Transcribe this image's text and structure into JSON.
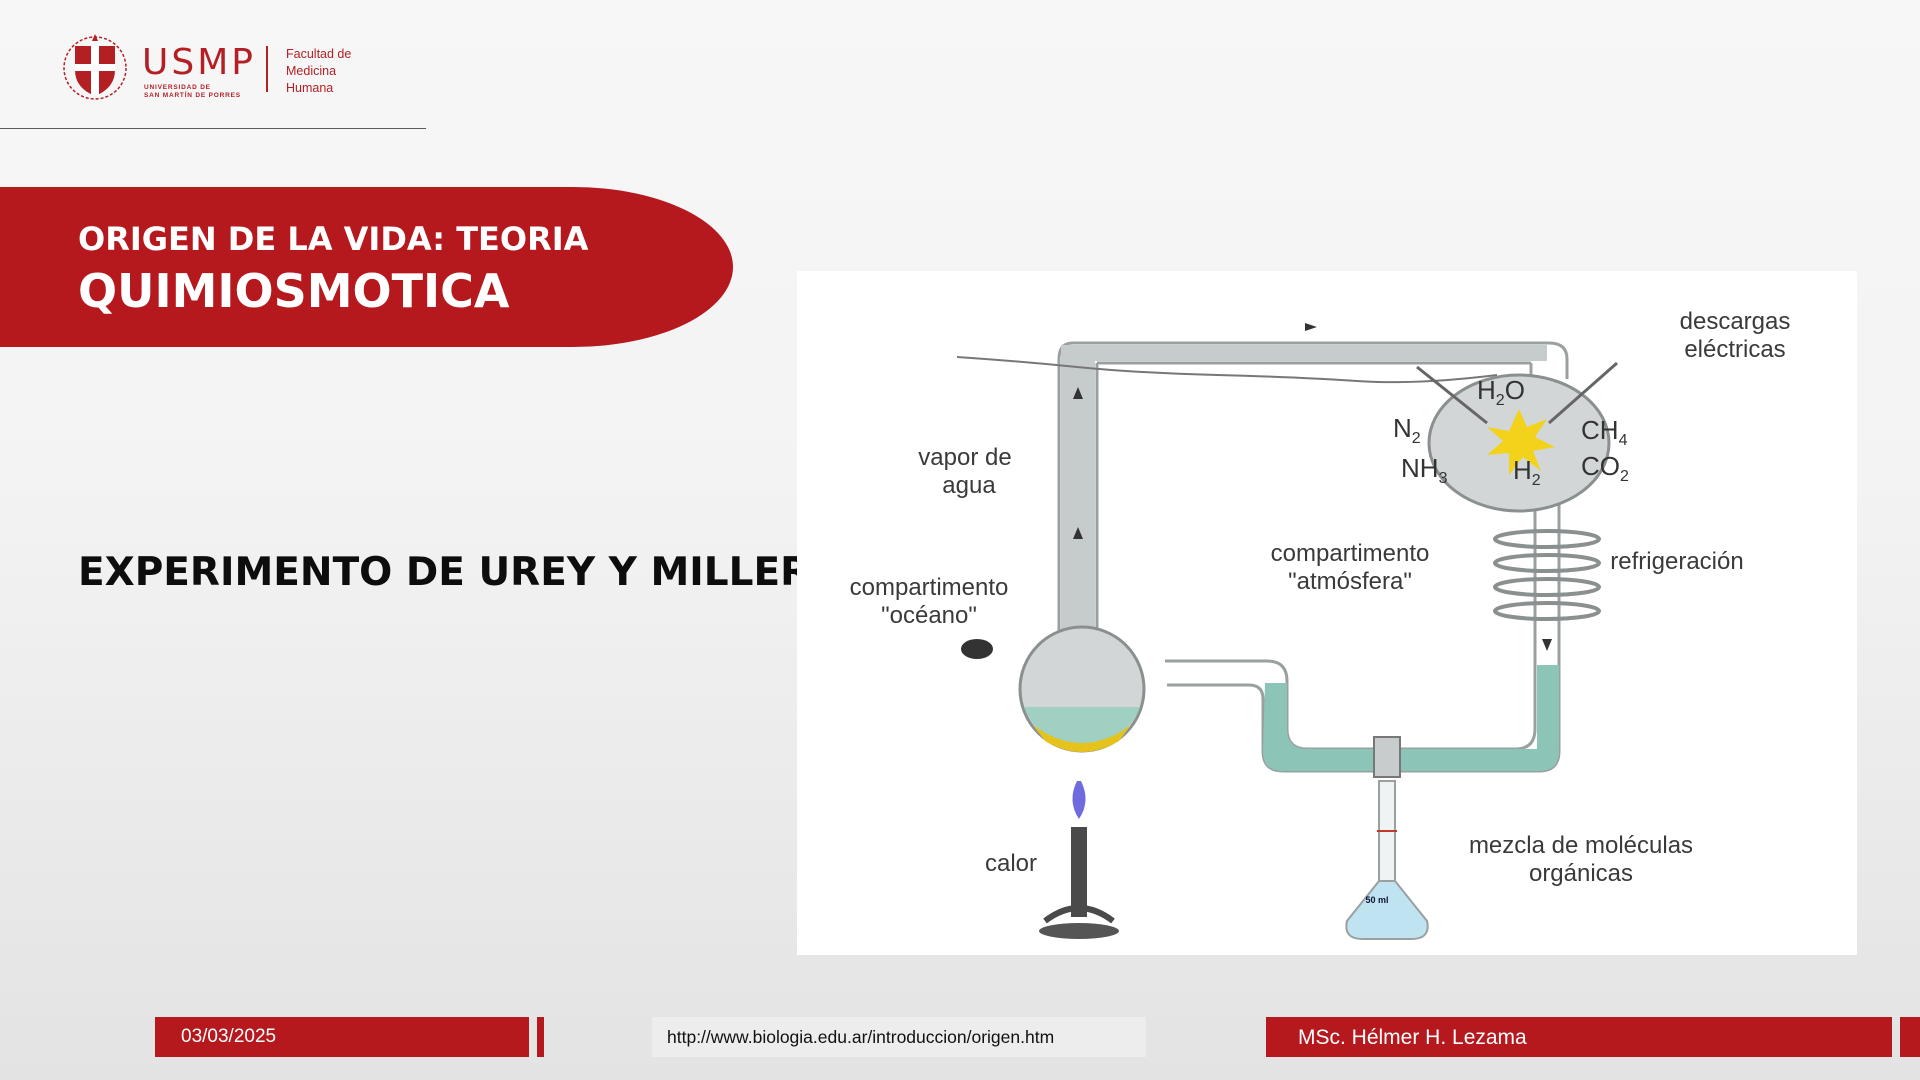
{
  "header": {
    "logo_text": "USMP",
    "university_line1": "UNIVERSIDAD DE",
    "university_line2": "SAN MARTÍN DE PORRES",
    "faculty_line1": "Facultad de",
    "faculty_line2": "Medicina",
    "faculty_line3": "Humana"
  },
  "banner": {
    "title_line1": "ORIGEN DE LA VIDA: TEORIA",
    "title_line2": "QUIMIOSMOTICA"
  },
  "subtitle": "EXPERIMENTO DE UREY Y MILLER",
  "figure": {
    "labels": {
      "descargas1": "descargas",
      "descargas2": "eléctricas",
      "vapor1": "vapor de",
      "vapor2": "agua",
      "oceano1": "compartimento",
      "oceano2": "\"océano\"",
      "atmos1": "compartimento",
      "atmos2": "\"atmósfera\"",
      "refrigeracion": "refrigeración",
      "calor": "calor",
      "mezcla1": "mezcla de moléculas",
      "mezcla2": "orgánicas",
      "flask_volume": "50 ml"
    },
    "chemicals": {
      "h2o": "H",
      "h2o_sub": "2",
      "h2o_o": "O",
      "n2": "N",
      "n2_sub": "2",
      "nh3": "NH",
      "nh3_sub": "3",
      "h2": "H",
      "h2_sub": "2",
      "ch4": "CH",
      "ch4_sub": "4",
      "co2": "CO",
      "co2_sub": "2"
    }
  },
  "footer": {
    "date": "03/03/2025",
    "url": "http://www.biologia.edu.ar/introduccion/origen.htm",
    "author": "MSc. Hélmer H. Lezama"
  },
  "colors": {
    "brand_red": "#b5191e",
    "water_teal": "#8cc4b8",
    "flame_blue": "#6f6ae0",
    "spark_yellow": "#f2d21a"
  }
}
